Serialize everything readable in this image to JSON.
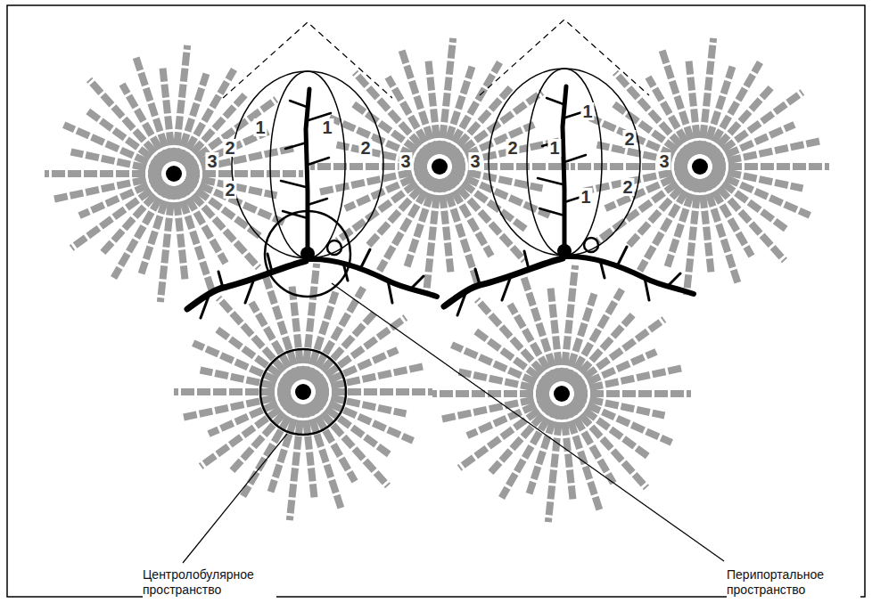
{
  "diagram": {
    "labels": [
      "1",
      "1",
      "2",
      "2",
      "3",
      "3",
      "2",
      "3",
      "2",
      "1",
      "1",
      "2",
      "3",
      "1",
      "2",
      "Центролобулярное пространство",
      "Перипортальное пространство"
    ]
  }
}
